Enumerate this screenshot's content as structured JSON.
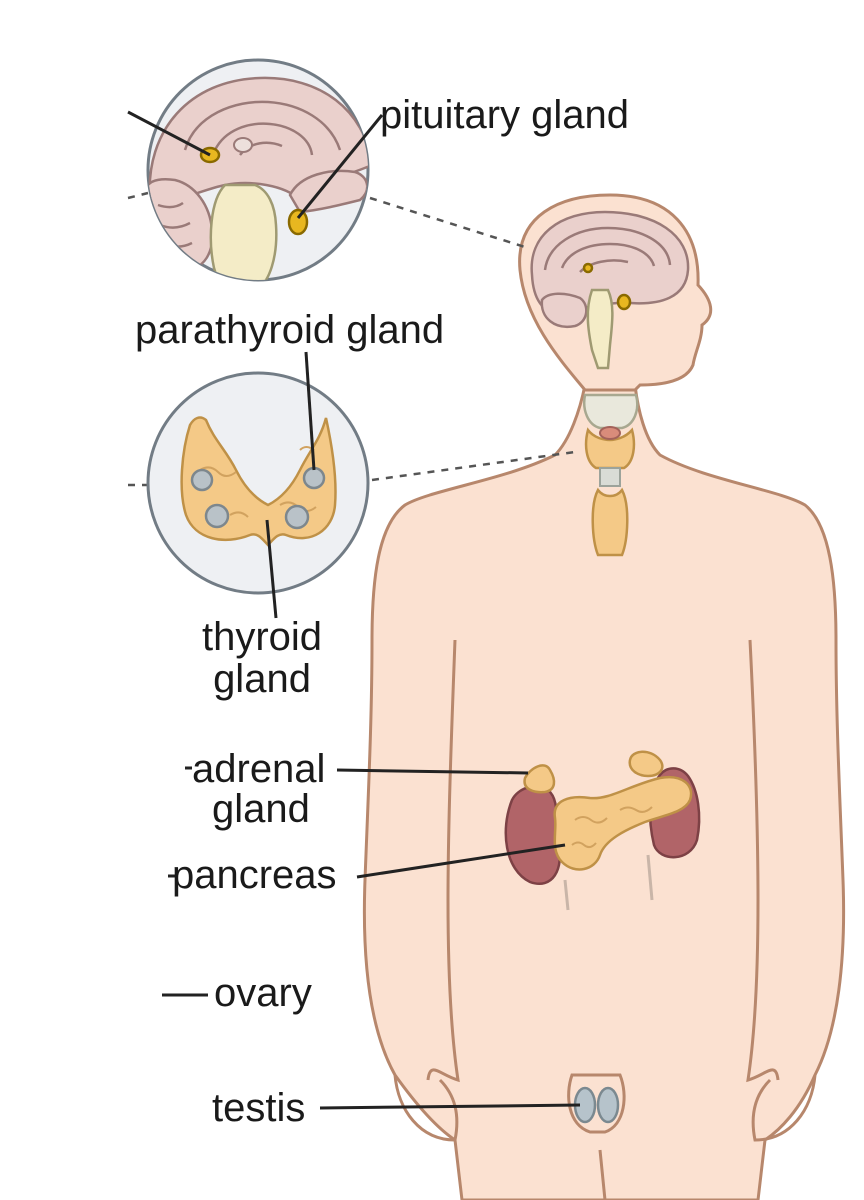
{
  "labels": {
    "pituitary": "pituitary gland",
    "parathyroid": "parathyroid gland",
    "thyroid_line1": "thyroid",
    "thyroid_line2": "gland",
    "adrenal_line1": "adrenal",
    "adrenal_line2": "gland",
    "pancreas": "pancreas",
    "ovary": "ovary",
    "testis": "testis"
  },
  "colors": {
    "skin": "#fbe1d1",
    "gland": "#f4c987",
    "kidney": "#b16468",
    "pituitary": "#e8b720",
    "parathyroid": "#b9c2c8"
  }
}
